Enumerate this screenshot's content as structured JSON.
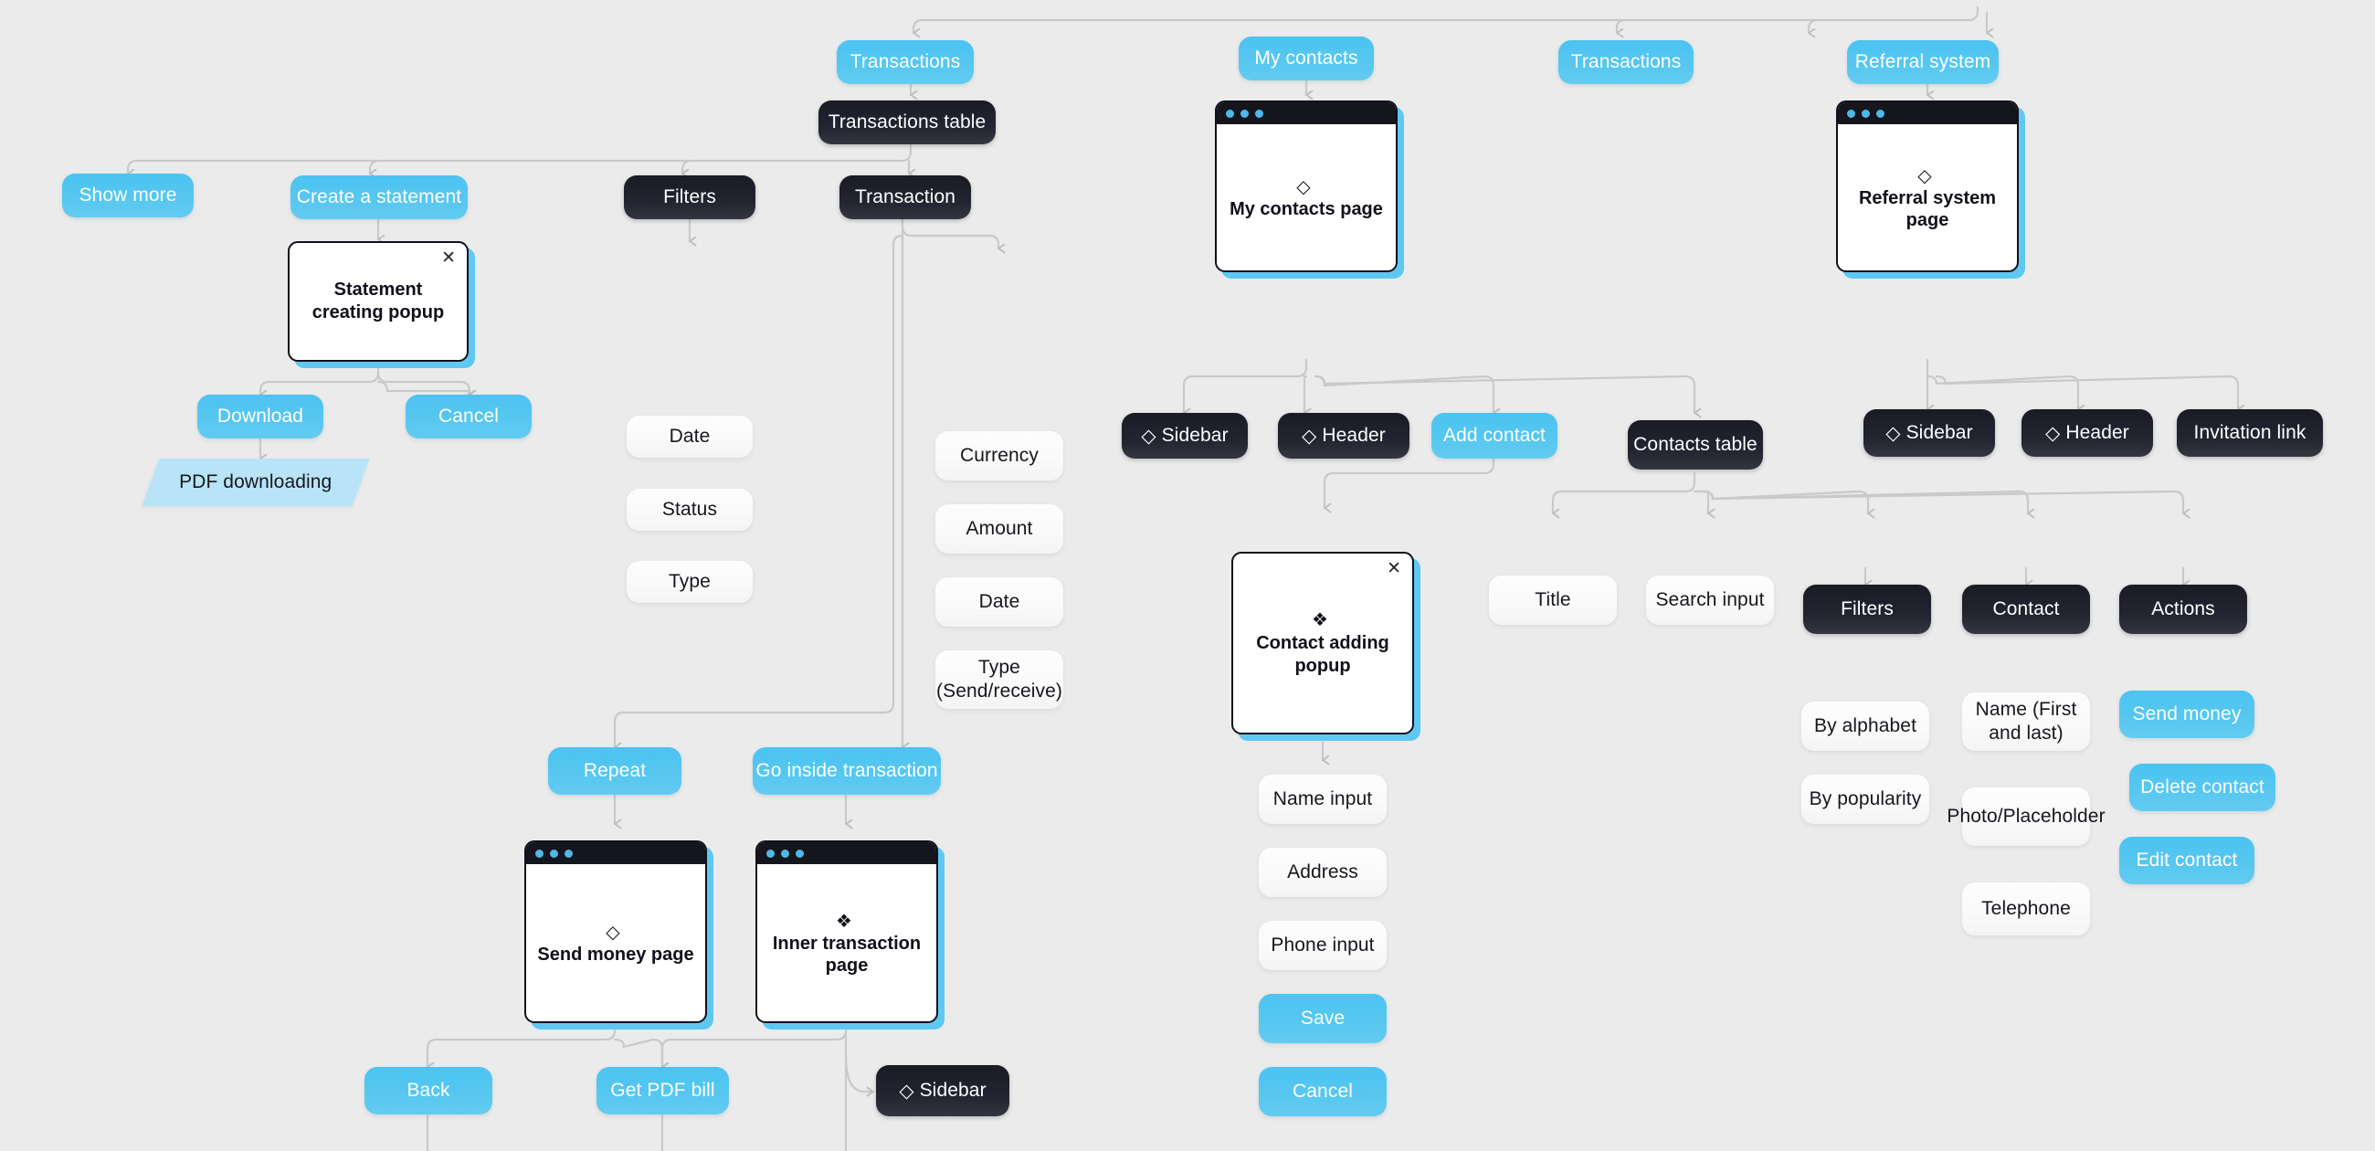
{
  "meta": {
    "background": "#ebebeb",
    "accent_blue": "#5ec8f2",
    "dark": "#1a1b24",
    "light": "#fafafa",
    "process_fill": "#b9e4f8"
  },
  "icons": {
    "diamond_outline": "◇",
    "diamond_cluster": "❖",
    "close": "✕"
  },
  "nodes": {
    "transactions_top": "Transactions",
    "my_contacts": "My contacts",
    "transactions_top2": "Transactions",
    "referral_system": "Referral system",
    "transactions_table": "Transactions table",
    "my_contacts_page": "My contacts page",
    "referral_system_page": "Referral system page",
    "show_more": "Show more",
    "create_a_statement": "Create a statement",
    "filters_tx": "Filters",
    "transaction": "Transaction",
    "sidebar_contacts": "Sidebar",
    "header_contacts": "Header",
    "add_contact": "Add contact",
    "contacts_table": "Contacts table",
    "sidebar_referral": "Sidebar",
    "header_referral": "Header",
    "invitation_link": "Invitation link",
    "statement_creating_popup": "Statement creating popup",
    "filter_date": "Date",
    "filter_status": "Status",
    "filter_type": "Type",
    "tx_currency": "Currency",
    "tx_amount": "Amount",
    "tx_date": "Date",
    "tx_type": "Type (Send/receive)",
    "contact_adding_popup": "Contact adding popup",
    "title": "Title",
    "search_input": "Search input",
    "filters_contacts": "Filters",
    "contact": "Contact",
    "actions": "Actions",
    "download": "Download",
    "cancel_statement": "Cancel",
    "pdf_downloading": "PDF downloading",
    "by_alphabet": "By alphabet",
    "by_popularity": "By popularity",
    "name_first_last": "Name (First and last)",
    "photo_placeholder": "Photo/Placeholder",
    "telephone": "Telephone",
    "send_money": "Send money",
    "delete_contact": "Delete contact",
    "edit_contact": "Edit contact",
    "name_input": "Name input",
    "address": "Address",
    "phone_input": "Phone input",
    "save": "Save",
    "cancel_contact": "Cancel",
    "repeat": "Repeat",
    "go_inside_transaction": "Go inside transaction",
    "send_money_page": "Send money page",
    "inner_transaction_page": "Inner transaction page",
    "back": "Back",
    "get_pdf_bill": "Get PDF bill",
    "sidebar_inner": "Sidebar"
  }
}
